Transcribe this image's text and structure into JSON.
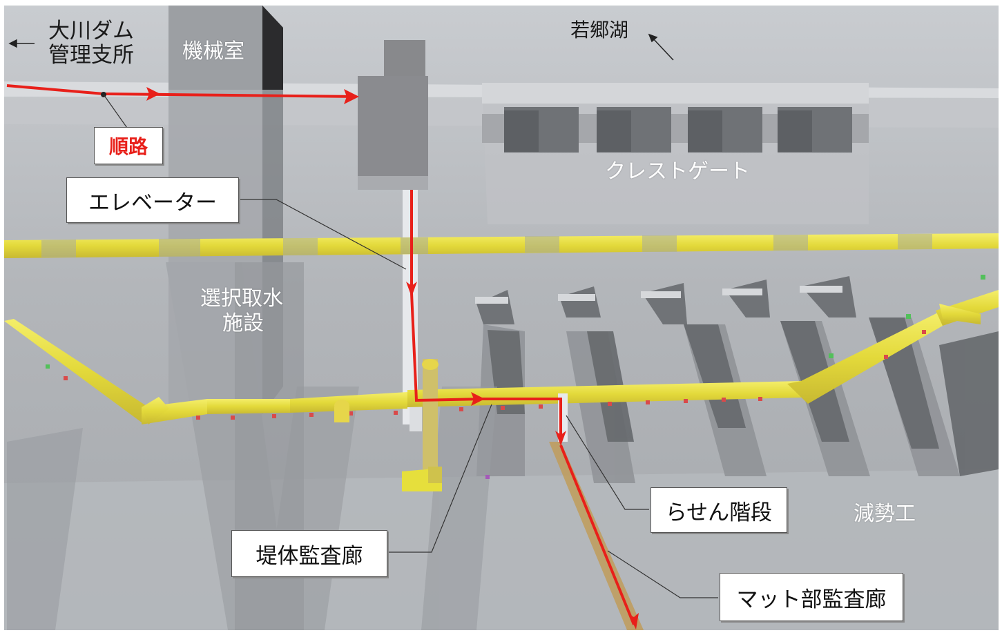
{
  "labels": {
    "okawa_dam_office": "大川ダム\n管理支所",
    "machine_room": "機械室",
    "wakago_lake": "若郷湖",
    "route": "順路",
    "crest_gate": "クレストゲート",
    "elevator": "エレベーター",
    "intake_facility_line1": "選択取水",
    "intake_facility_line2": "施設",
    "spiral_stairs": "らせん階段",
    "energy_dissipator": "減勢工",
    "dam_body_gallery": "堤体監査廊",
    "mat_gallery": "マット部監査廊"
  },
  "colors": {
    "route_arrow": "#e8201a",
    "gallery_tube": "#e6df3c",
    "sky": "#ffffff",
    "dam_grey": "#b4b7bb",
    "leader_line": "#333333"
  }
}
